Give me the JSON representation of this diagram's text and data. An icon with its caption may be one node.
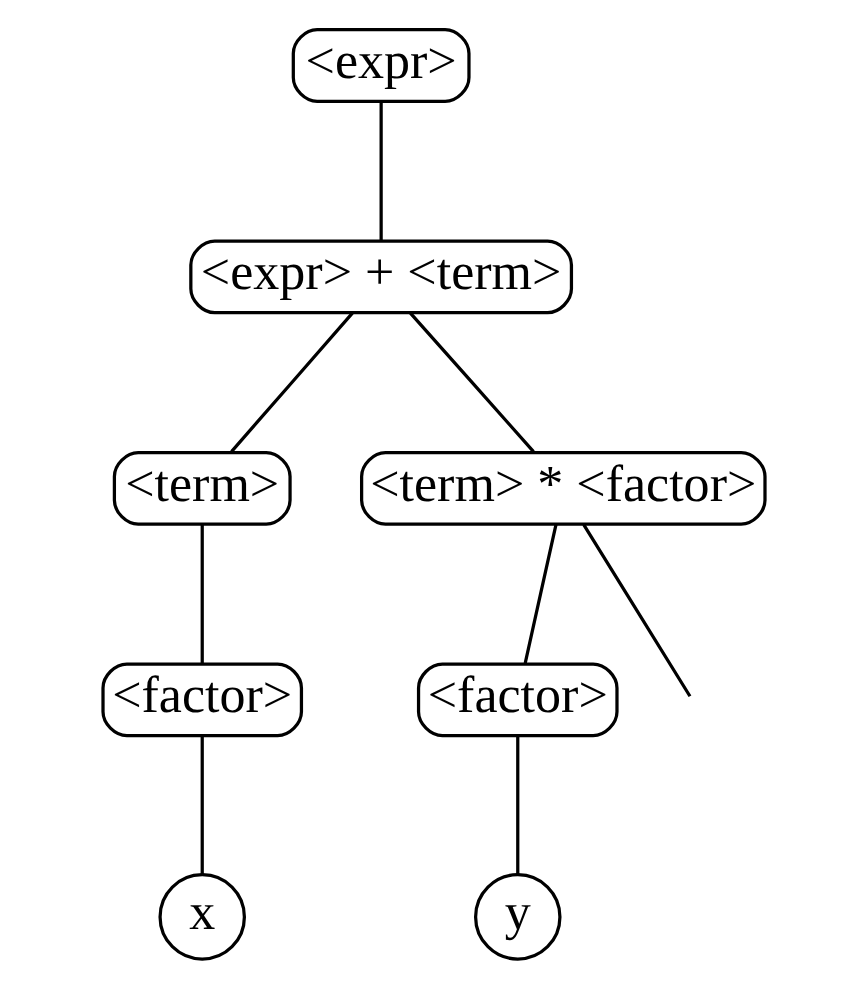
{
  "diagram": {
    "nodes": [
      {
        "text": [
          "<expr>"
        ]
      },
      {
        "text": [
          "<expr> + <term>"
        ]
      },
      {
        "text": [
          "<term>"
        ]
      },
      {
        "text": [
          "<term> * <factor>"
        ]
      },
      {
        "text": [
          "<factor>"
        ]
      },
      {
        "text": [
          "<factor>"
        ]
      },
      {
        "text": [
          "x"
        ]
      },
      {
        "text": [
          "y"
        ]
      }
    ],
    "edges": [
      {
        "from": 0,
        "to": 1,
        "arrow": "none"
      },
      {
        "from": 1,
        "to": 2,
        "arrow": "none"
      },
      {
        "from": 1,
        "to": 3,
        "arrow": "none"
      },
      {
        "from": 2,
        "to": 4,
        "arrow": "none"
      },
      {
        "from": 3,
        "to": 5,
        "arrow": "none"
      },
      {
        "from": 3,
        "to": null,
        "arrow": "none"
      },
      {
        "from": 4,
        "to": 6,
        "arrow": "none"
      },
      {
        "from": 5,
        "to": 7,
        "arrow": "none"
      }
    ]
  }
}
